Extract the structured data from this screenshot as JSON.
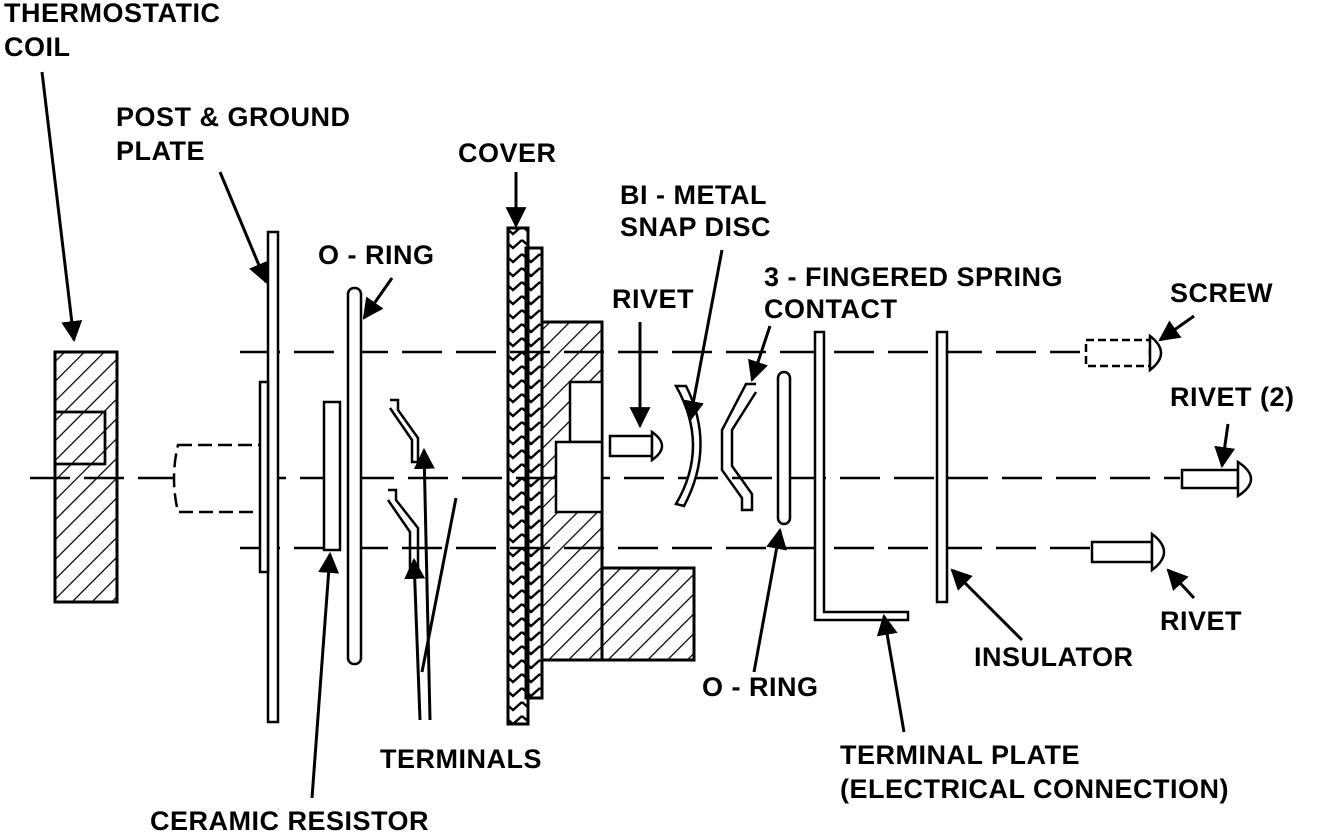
{
  "colors": {
    "ink": "#000000",
    "paper": "#ffffff"
  },
  "labels": {
    "thermostatic_coil": [
      "THERMOSTATIC",
      "COIL"
    ],
    "post_ground_plate": [
      "POST & GROUND",
      "PLATE"
    ],
    "cover": "COVER",
    "o_ring_upper": "O - RING",
    "bi_metal_snap_disc": [
      "BI - METAL",
      "SNAP DISC"
    ],
    "rivet_upper": "RIVET",
    "spring_contact": [
      "3 - FINGERED SPRING",
      "CONTACT"
    ],
    "screw": "SCREW",
    "rivet_two": "RIVET (2)",
    "rivet_lower": "RIVET",
    "insulator": "INSULATOR",
    "o_ring_lower": "O - RING",
    "terminals": "TERMINALS",
    "terminal_plate": [
      "TERMINAL PLATE",
      "(ELECTRICAL CONNECTION)"
    ],
    "ceramic_resistor": "CERAMIC RESISTOR"
  }
}
